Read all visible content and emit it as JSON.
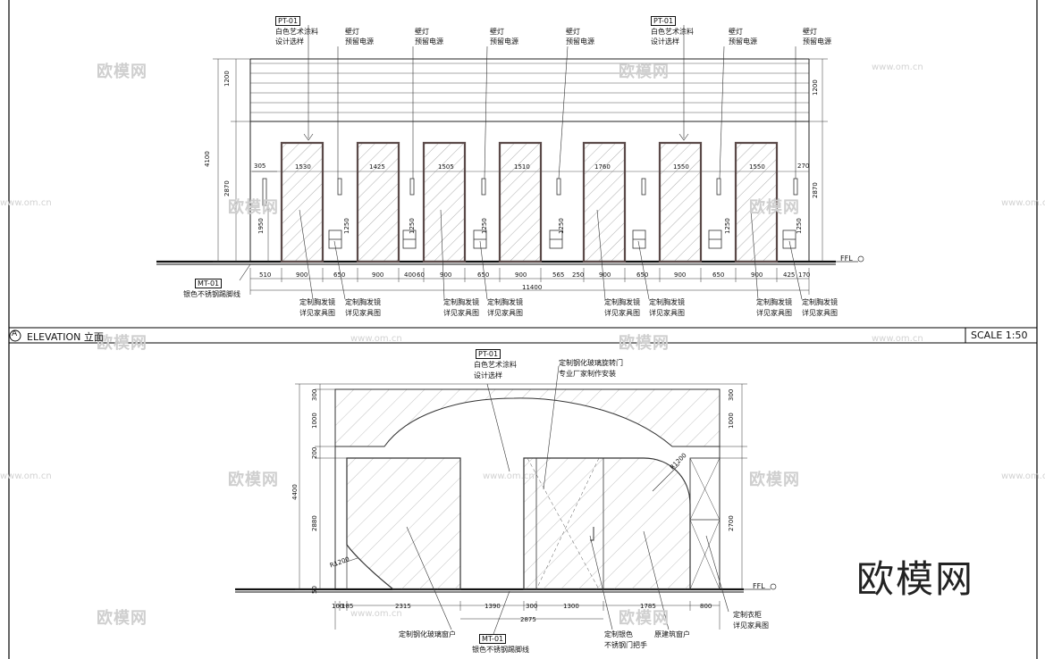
{
  "watermark": {
    "brand": "欧模网",
    "url": "www.om.cn"
  },
  "top": {
    "title": "ELEVATION  立面",
    "marker": "A",
    "scale": "SCALE  1:50",
    "ffl": "FFL",
    "tags": [
      {
        "code": "PT-01",
        "line1": "白色艺术涂料",
        "line2": "设计选样"
      },
      {
        "code": "PT-01",
        "line1": "白色艺术涂料",
        "line2": "设计选样"
      }
    ],
    "lamp_labels": [
      {
        "line1": "壁灯",
        "line2": "预留电源"
      },
      {
        "line1": "壁灯",
        "line2": "预留电源"
      },
      {
        "line1": "壁灯",
        "line2": "预留电源"
      },
      {
        "line1": "壁灯",
        "line2": "预留电源"
      },
      {
        "line1": "壁灯",
        "line2": "预留电源"
      },
      {
        "line1": "壁灯",
        "line2": "预留电源"
      }
    ],
    "door_heights": [
      "1530",
      "1425",
      "1505",
      "1510",
      "1760",
      "1550",
      "1550"
    ],
    "left_dims": [
      "1200",
      "4100",
      "2870",
      "1950"
    ],
    "right_dims": [
      "1200",
      "2870"
    ],
    "small_dims": [
      "305",
      "270",
      "1250",
      "1250",
      "1250",
      "1250",
      "1250",
      "1250"
    ],
    "bottom_dims": [
      "510",
      "900",
      "650",
      "900",
      "400",
      "60",
      "900",
      "650",
      "900",
      "565",
      "250",
      "900",
      "650",
      "900",
      "650",
      "900",
      "425",
      "170"
    ],
    "total_dim": "11400",
    "mt_tag": {
      "code": "MT-01",
      "text": "银色不锈钢踢脚线"
    },
    "bottom_labels": [
      {
        "line1": "定制胸发镜",
        "line2": "详见家具图"
      },
      {
        "line1": "定制胸发镜",
        "line2": "详见家具图"
      },
      {
        "line1": "定制胸发镜",
        "line2": "详见家具图"
      },
      {
        "line1": "定制胸发镜",
        "line2": "详见家具图"
      },
      {
        "line1": "定制胸发镜",
        "line2": "详见家具图"
      },
      {
        "line1": "定制胸发镜",
        "line2": "详见家具图"
      },
      {
        "line1": "定制胸发镜",
        "line2": "详见家具图"
      },
      {
        "line1": "定制胸发镜",
        "line2": "详见家具图"
      }
    ]
  },
  "bottom": {
    "pt_tag": {
      "code": "PT-01",
      "line1": "白色艺术涂料",
      "line2": "设计选样"
    },
    "door_note": {
      "line1": "定制钢化玻璃旋转门",
      "line2": "专业厂家制作安装"
    },
    "left_dims": [
      "300",
      "1000",
      "200",
      "4400",
      "2880",
      "50"
    ],
    "right_dims": [
      "300",
      "1000",
      "2700"
    ],
    "radius1": "R1200",
    "radius2": "R1200",
    "bottom_dims": [
      "100",
      "185",
      "2315",
      "1390",
      "300",
      "1300",
      "1785",
      "800"
    ],
    "sub_dim": "2875",
    "ffl": "FFL",
    "labels": [
      {
        "line1": "定制钢化玻璃窗户",
        "line2": ""
      },
      {
        "code": "MT-01",
        "line1": "银色不锈钢踢脚线",
        "line2": ""
      },
      {
        "line1": "定制银色",
        "line2": "不锈钢门把手"
      },
      {
        "line1": "原建筑窗户",
        "line2": ""
      },
      {
        "line1": "定制衣柜",
        "line2": "详见家具图"
      }
    ]
  },
  "big_watermark": "欧模网"
}
